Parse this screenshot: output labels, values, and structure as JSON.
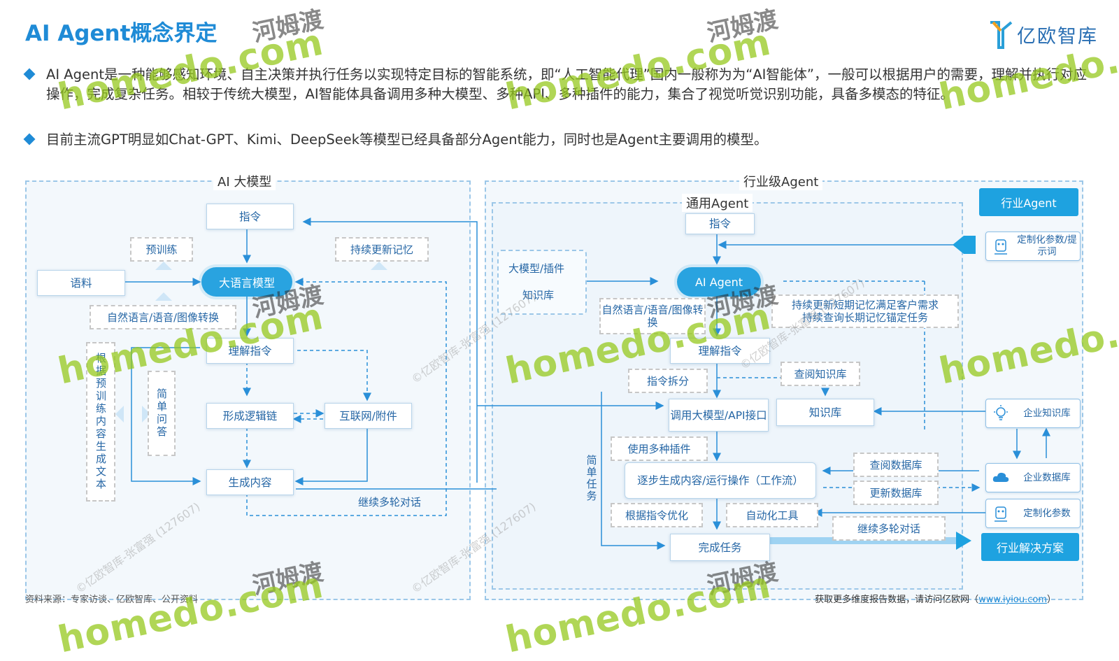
{
  "title": "AI Agent概念界定",
  "logo_text": "亿欧智库",
  "bullets": [
    "AI Agent是一种能够感知环境、自主决策并执行任务以实现特定目标的智能系统，即“人工智能代理”国内一般称为为“AI智能体”，一般可以根据用户的需要，理解并执行对应操作，完成复杂任务。相较于传统大模型，AI智能体具备调用多种大模型、多种API、多种插件的能力，集合了视觉听觉识别功能，具备多模态的特征。",
    "目前主流GPT明显如Chat-GPT、Kimi、DeepSeek等模型已经具备部分Agent能力，同时也是Agent主要调用的模型。"
  ],
  "left_panel": {
    "title": "AI 大模型",
    "instruction": "指令",
    "pretrain": "预训练",
    "memory": "持续更新记忆",
    "corpus": "语料",
    "llm": "大语言模型",
    "nl_convert": "自然语言/语音/图像转换",
    "understand": "理解指令",
    "logic_chain": "形成逻辑链",
    "internet": "互联网/附件",
    "generate": "生成内容",
    "multi_round": "继续多轮对话",
    "vertical_pretrain": "根据预训练内容生成文本",
    "vertical_qa": "简单问答"
  },
  "right_panel": {
    "title": "行业级Agent",
    "general_title": "通用Agent",
    "industry_agent": "行业Agent",
    "instruction": "指令",
    "models_plugins": "大模型/插件",
    "knowledge_base_label": "知识库",
    "ai_agent": "AI Agent",
    "nl_convert": "自然语言/语音/图像转换",
    "memory_update": "持续更新短期记忆满足客户需求",
    "memory_query": "持续查询长期记忆锚定任务",
    "understand": "理解指令",
    "split": "指令拆分",
    "check_kb": "查阅知识库",
    "call_models": "调用大模型/API接口",
    "kb": "知识库",
    "use_plugins": "使用多种插件",
    "stepwise": "逐步生成内容/运行操作（工作流）",
    "check_db": "查阅数据库",
    "update_db": "更新数据库",
    "optimize": "根据指令优化",
    "automation": "自动化工具",
    "multi_round": "继续多轮对话",
    "complete": "完成任务",
    "simple_task": "简单任务",
    "custom_params_prompt": "定制化参数/提示词",
    "enterprise_kb": "企业知识库",
    "enterprise_db": "企业数据库",
    "custom_params": "定制化参数",
    "solution": "行业解决方案"
  },
  "icons": {
    "custom_params_prompt": "robot-icon",
    "enterprise_kb": "lightbulb-icon",
    "enterprise_db": "cloud-icon",
    "custom_params": "robot-icon",
    "bullet": "diamond-icon"
  },
  "footer": {
    "source": "资料来源：专家访谈、亿欧智库、公开资料",
    "more_prefix": "获取更多维度报告数据，请访问亿欧网（",
    "more_link": "www.iyiou.com",
    "more_suffix": "）"
  },
  "watermarks": {
    "cn": "河姆渡",
    "en": "homedo.com",
    "faint": "©亿欧智库-张富强 (127607)"
  },
  "colors": {
    "accent": "#1f8bd6",
    "pill": "#29a3e0",
    "panel_border": "#9cc7e8",
    "box_text": "#2566a5"
  }
}
